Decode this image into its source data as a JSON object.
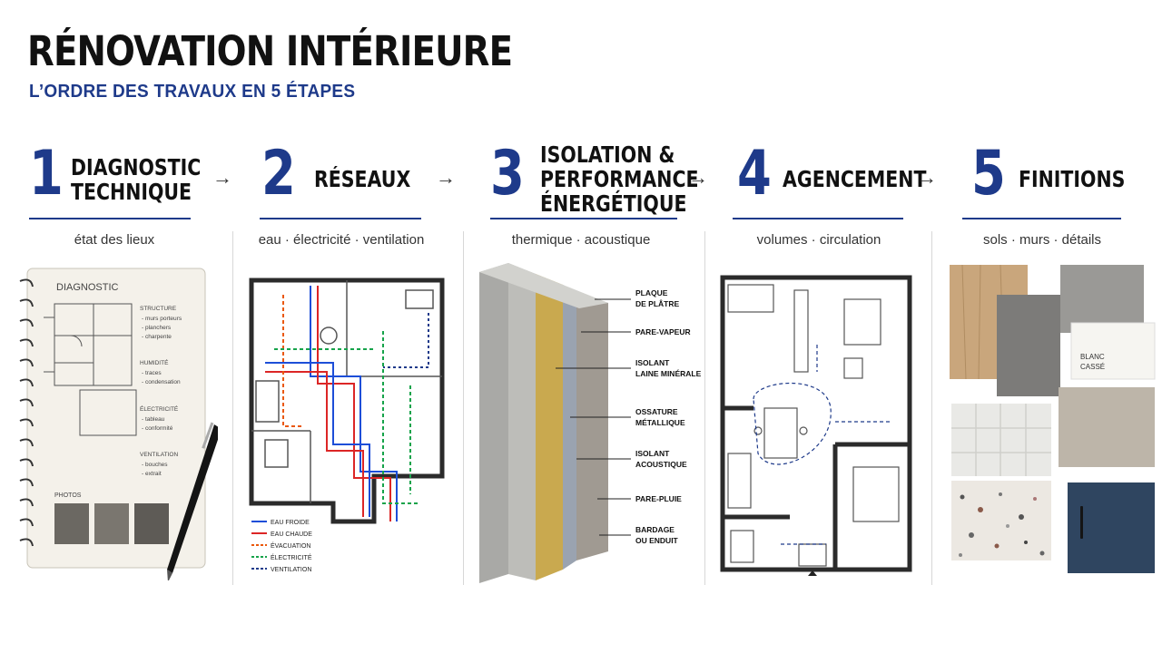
{
  "header": {
    "title": "RÉNOVATION INTÉRIEURE",
    "subtitle": "L’ORDRE DES TRAVAUX EN 5 ÉTAPES"
  },
  "steps": [
    {
      "number": "1",
      "title_lines": [
        "DIAGNOSTIC",
        "TECHNIQUE"
      ],
      "subtitle": "état des lieux"
    },
    {
      "number": "2",
      "title_lines": [
        "RÉSEAUX"
      ],
      "subtitle": "eau · électricité · ventilation"
    },
    {
      "number": "3",
      "title_lines": [
        "ISOLATION &",
        "PERFORMANCE",
        "ÉNERGÉTIQUE"
      ],
      "subtitle": "thermique · acoustique"
    },
    {
      "number": "4",
      "title_lines": [
        "AGENCEMENT"
      ],
      "subtitle": "volumes · circulation"
    },
    {
      "number": "5",
      "title_lines": [
        "FINITIONS"
      ],
      "subtitle": "sols · murs · détails"
    }
  ],
  "arrow_glyph": "→",
  "notebook": {
    "heading": "DIAGNOSTIC",
    "sections": [
      {
        "title": "STRUCTURE",
        "items": [
          "- murs porteurs",
          "- planchers",
          "- charpente"
        ]
      },
      {
        "title": "HUMIDITÉ",
        "items": [
          "- traces",
          "- condensation"
        ]
      },
      {
        "title": "ÉLECTRICITÉ",
        "items": [
          "- tableau",
          "- conformité"
        ]
      },
      {
        "title": "VENTILATION",
        "items": [
          "- bouches",
          "- extrait"
        ]
      }
    ],
    "photos_label": "PHOTOS"
  },
  "networks_legend": [
    {
      "label": "EAU FROIDE",
      "color": "#1d4ed8",
      "dashed": false
    },
    {
      "label": "EAU CHAUDE",
      "color": "#dc2626",
      "dashed": false
    },
    {
      "label": "ÉVACUATION",
      "color": "#ea580c",
      "dashed": true
    },
    {
      "label": "ÉLECTRICITÉ",
      "color": "#16a34a",
      "dashed": true
    },
    {
      "label": "VENTILATION",
      "color": "#1e3a8a",
      "dashed": true
    }
  ],
  "wall_layers": [
    [
      "PLAQUE",
      "DE PLÂTRE"
    ],
    [
      "PARE-VAPEUR"
    ],
    [
      "ISOLANT",
      "LAINE MINÉRALE"
    ],
    [
      "OSSATURE",
      "MÉTALLIQUE"
    ],
    [
      "ISOLANT",
      "ACOUSTIQUE"
    ],
    [
      "PARE-PLUIE"
    ],
    [
      "BARDAGE",
      "OU ENDUIT"
    ]
  ],
  "finish_sample_label": [
    "BLANC",
    "CASSÉ"
  ],
  "colors": {
    "accent_blue": "#1e3a8a",
    "text_dark": "#111111",
    "insulation": "#c9a94f",
    "navy_panel": "#2f4560"
  }
}
